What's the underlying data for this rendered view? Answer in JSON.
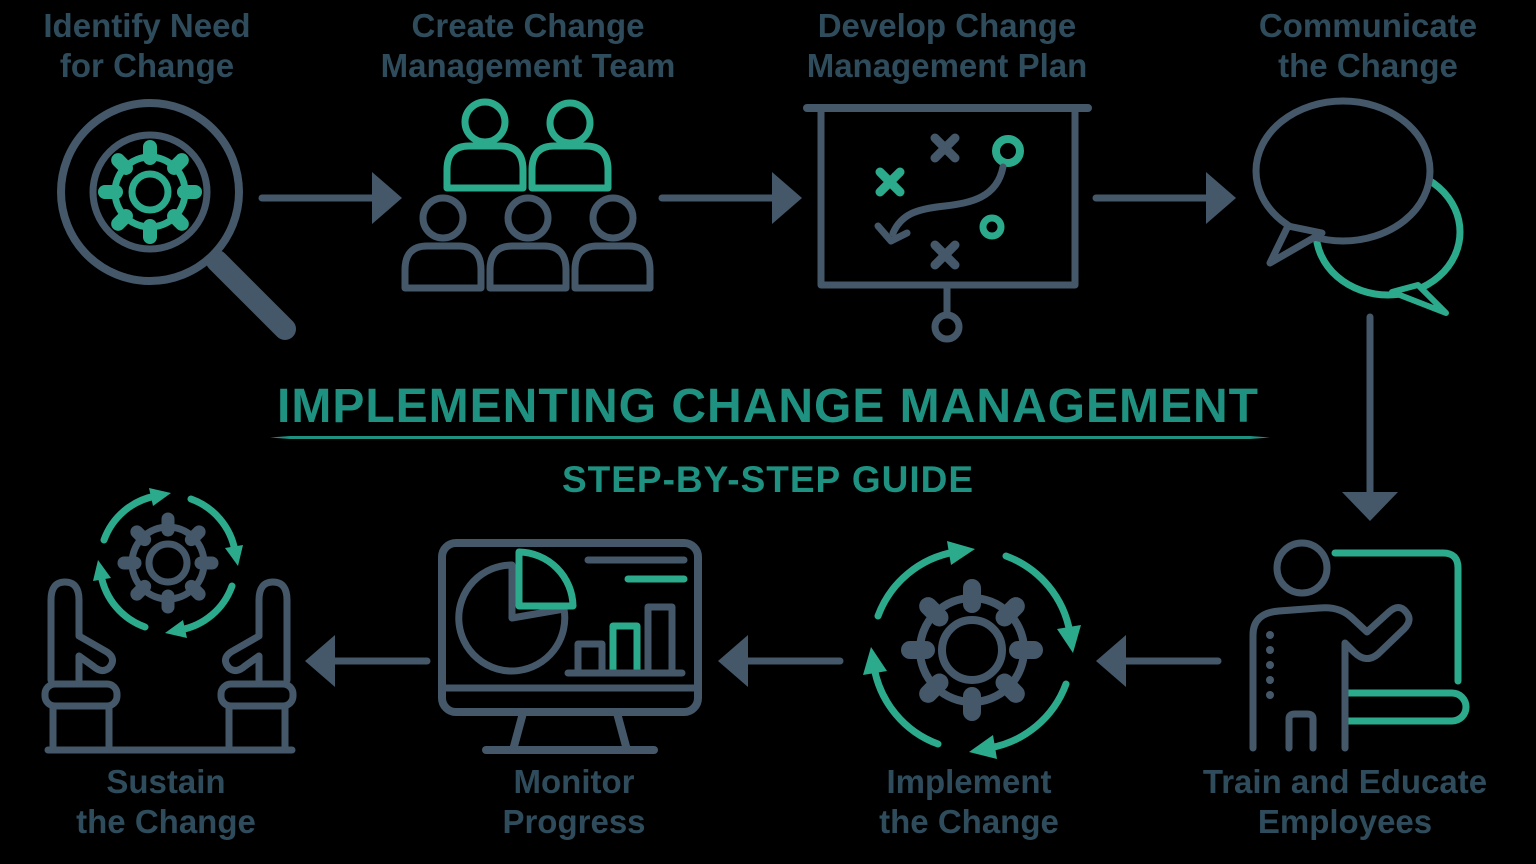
{
  "title": {
    "text": "IMPLEMENTING CHANGE MANAGEMENT",
    "subtitle": "STEP-BY-STEP GUIDE"
  },
  "colors": {
    "background": "#000000",
    "text_dark": "#2f4c5c",
    "stroke_dark": "#44586a",
    "accent_green": "#2cab8c",
    "title_green": "#1f9181"
  },
  "steps": [
    {
      "index": 1,
      "label_line1": "Identify Need",
      "label_line2": "for Change",
      "icon": "magnifier-gear-icon"
    },
    {
      "index": 2,
      "label_line1": "Create Change",
      "label_line2": "Management Team",
      "icon": "team-icon"
    },
    {
      "index": 3,
      "label_line1": "Develop Change",
      "label_line2": "Management Plan",
      "icon": "strategy-board-icon"
    },
    {
      "index": 4,
      "label_line1": "Communicate",
      "label_line2": "the Change",
      "icon": "speech-bubbles-icon"
    },
    {
      "index": 5,
      "label_line1": "Train and Educate",
      "label_line2": "Employees",
      "icon": "trainer-presentation-icon"
    },
    {
      "index": 6,
      "label_line1": "Implement",
      "label_line2": "the Change",
      "icon": "gear-cycle-icon"
    },
    {
      "index": 7,
      "label_line1": "Monitor",
      "label_line2": "Progress",
      "icon": "monitor-charts-icon"
    },
    {
      "index": 8,
      "label_line1": "Sustain",
      "label_line2": "the Change",
      "icon": "hands-holding-gear-icon"
    }
  ]
}
